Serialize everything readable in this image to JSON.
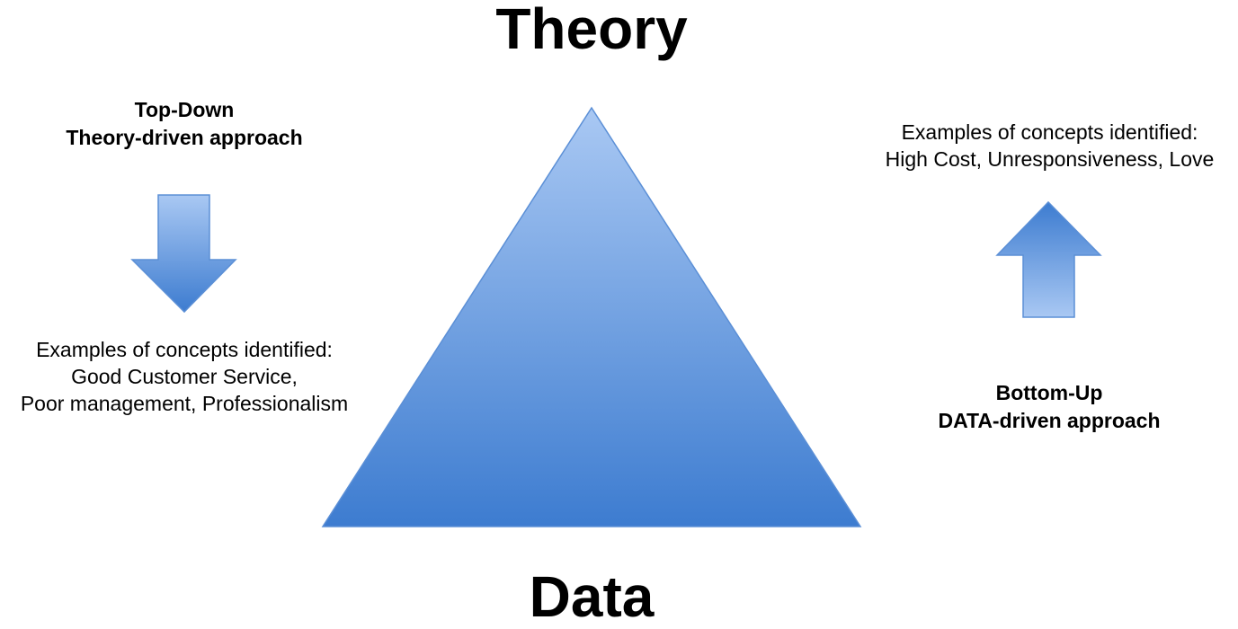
{
  "diagram": {
    "title_top": "Theory",
    "title_bottom": "Data",
    "top_down": {
      "heading_line1": "Top-Down",
      "heading_line2": "Theory-driven approach",
      "examples_line1": "Examples of concepts identified:",
      "examples_line2": "Good Customer Service,",
      "examples_line3": "Poor management, Professionalism",
      "arrow_icon": "arrow-down-icon"
    },
    "bottom_up": {
      "heading_line1": "Bottom-Up",
      "heading_line2": "DATA-driven approach",
      "examples_line1": "Examples of concepts identified:",
      "examples_line2": "High Cost, Unresponsiveness, Love",
      "arrow_icon": "arrow-up-icon"
    },
    "colors": {
      "shape_light": "#a9c8f3",
      "shape_dark": "#3d7cd0",
      "shape_stroke": "#5b8fd6",
      "text": "#000000"
    }
  }
}
